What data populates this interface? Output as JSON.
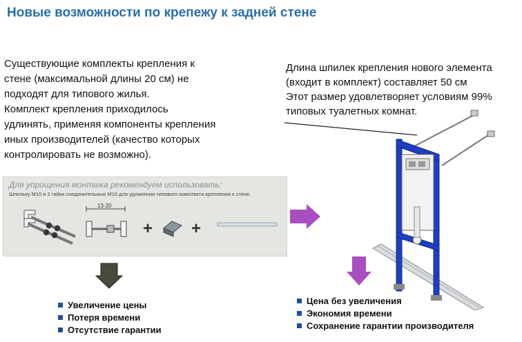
{
  "title": "Новые возможности по крепежу к задней стене",
  "left_text": {
    "lines": [
      "Существующие комплекты крепления к",
      "стене (максимальной длины 20 см) не",
      "подходят для типового жилья.",
      "Комплект крепления приходилось",
      "удлинять, применяя компоненты крепления",
      "иных производителей (качество которых",
      "контролировать не возможно)."
    ]
  },
  "right_text": {
    "lines": [
      "Длина шпилек крепления нового элемента",
      "(входит в комплект)  составляет 50 см",
      "Этот размер удовлетворяет условиям 99%",
      "типовых туалетных комнат."
    ]
  },
  "kit_panel": {
    "heading": "Для упрощения монтажа рекомендуем использовать:",
    "subheading": "Шпильку М10 и 2 гайки соединительные М10 для удлинения типового комплекта крепления к стене.",
    "dimension_label": "13-20",
    "plus_sign": "+"
  },
  "bullets_left": [
    "Увеличение цены",
    "Потеря времени",
    "Отсутствие гарантии"
  ],
  "bullets_right": [
    "Цена без увеличения",
    "Экономия времени",
    "Сохранение гарантии производителя"
  ],
  "colors": {
    "title": "#2b6fa8",
    "arrow_purple": "#a94ec0",
    "arrow_dark": "#4a4a3a",
    "frame_blue": "#1f3fbf",
    "bullet": "#1f4e9a"
  },
  "icons": {
    "right_arrow": "purple-right-arrow-icon",
    "down_arrow_left": "dark-down-arrow-icon",
    "down_arrow_right": "purple-down-arrow-icon"
  }
}
